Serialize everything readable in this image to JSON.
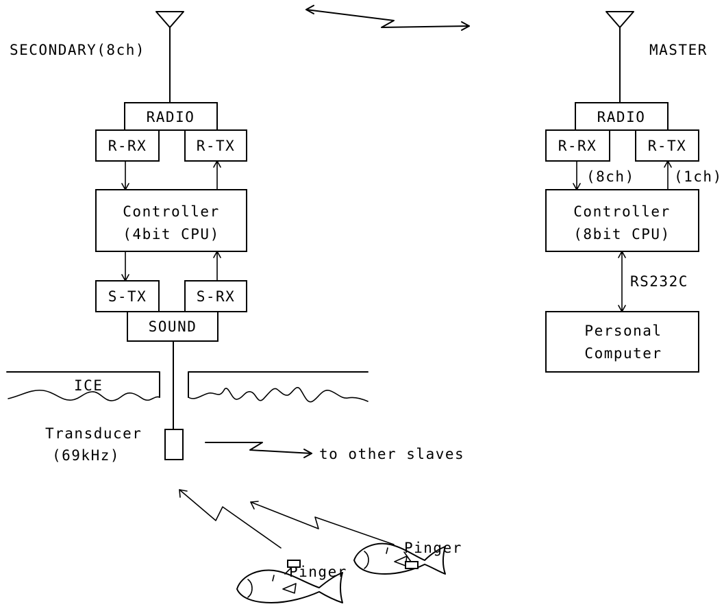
{
  "secondary": {
    "title": "SECONDARY(8ch)",
    "radio": "RADIO",
    "r_rx": "R-RX",
    "r_tx": "R-TX",
    "controller_line1": "Controller",
    "controller_line2": "(4bit CPU)",
    "s_tx": "S-TX",
    "s_rx": "S-RX",
    "sound": "SOUND"
  },
  "master": {
    "title": "MASTER",
    "radio": "RADIO",
    "r_rx": "R-RX",
    "r_tx": "R-TX",
    "rx_channels": "(8ch)",
    "tx_channels": "(1ch)",
    "controller_line1": "Controller",
    "controller_line2": "(8bit CPU)",
    "link": "RS232C",
    "pc_line1": "Personal",
    "pc_line2": "Computer"
  },
  "environment": {
    "ice": "ICE",
    "transducer_line1": "Transducer",
    "transducer_line2": "(69kHz)",
    "to_other": "to other slaves",
    "pinger_1": "Pinger",
    "pinger_2": "Pinger"
  }
}
